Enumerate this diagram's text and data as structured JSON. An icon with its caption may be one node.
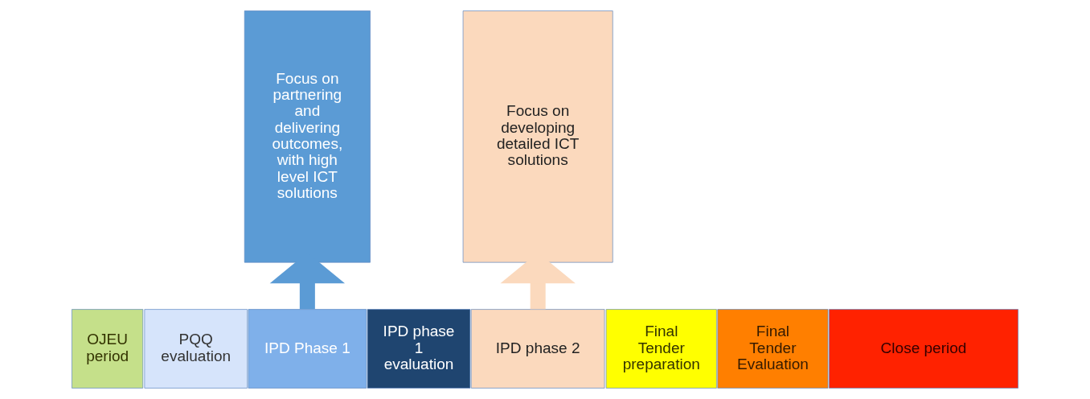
{
  "diagram": {
    "nodes": [
      {
        "text": [
          "Focus on partnering and delivering outcomes, with high level ICT solutions"
        ]
      },
      {
        "text": [
          "Focus on developing detailed ICT solutions"
        ]
      },
      {
        "text": [
          "OJEU period"
        ]
      },
      {
        "text": [
          "PQQ evaluation"
        ]
      },
      {
        "text": [
          "IPD Phase 1"
        ]
      },
      {
        "text": [
          "IPD phase 1 evaluation"
        ]
      },
      {
        "text": [
          "IPD phase 2"
        ]
      },
      {
        "text": [
          "Final Tender preparation"
        ]
      },
      {
        "text": [
          "Final Tender Evaluation"
        ]
      },
      {
        "text": [
          "Close period"
        ]
      }
    ],
    "edges": [
      {
        "from": 4,
        "to": 0,
        "arrow": "to",
        "color": "#5b9bd5"
      },
      {
        "from": 6,
        "to": 1,
        "arrow": "to",
        "color": "#fbd9bd"
      }
    ]
  }
}
